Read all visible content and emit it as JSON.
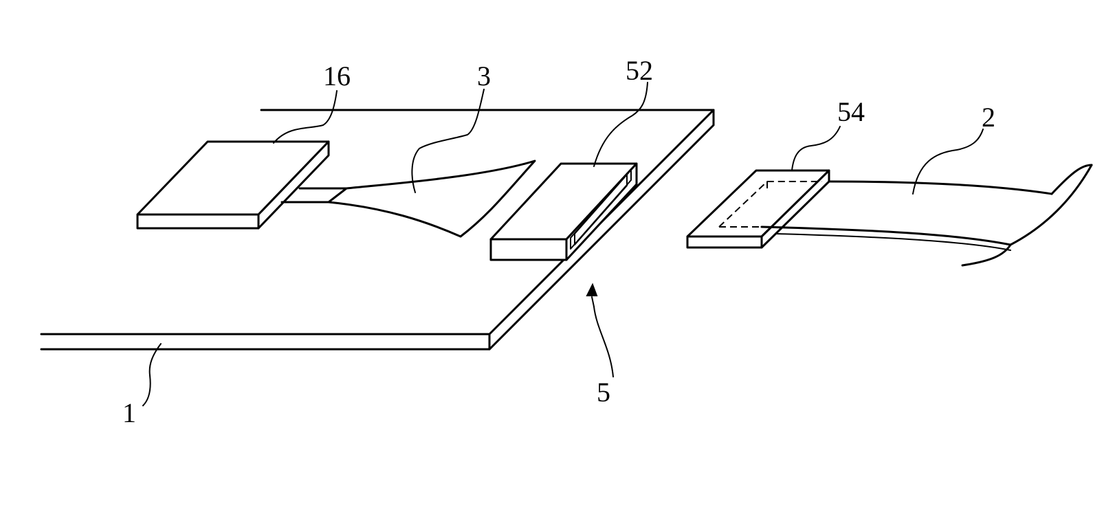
{
  "labels": {
    "board": "1",
    "cable": "2",
    "flex_strip": "3",
    "connector_assembly": "5",
    "chip": "16",
    "board_connector": "52",
    "cable_connector": "54"
  }
}
